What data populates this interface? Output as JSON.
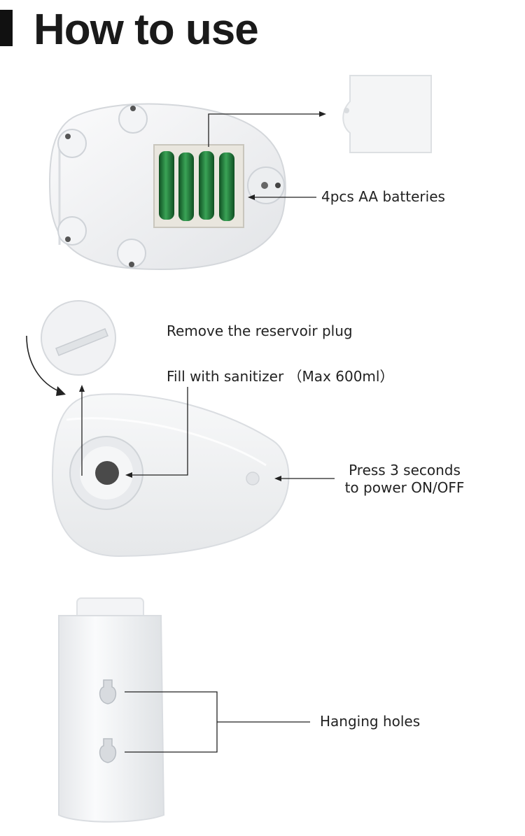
{
  "title": "How to use",
  "labels": {
    "batteries": "4pcs AA batteries",
    "remove_plug": "Remove the reservoir plug",
    "fill": "Fill with sanitizer （Max 600ml）",
    "press_line1": "Press 3 seconds",
    "press_line2": "to power ON/OFF",
    "hanging": "Hanging holes"
  },
  "colors": {
    "battery_green": "#1f7a3a",
    "device_body": "#f2f3f4",
    "title_text": "#1a1a1a",
    "leader_line": "#222222"
  }
}
